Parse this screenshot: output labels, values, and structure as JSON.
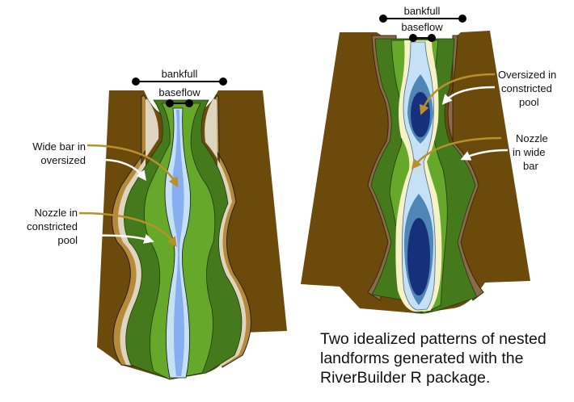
{
  "figure": {
    "left_model": {
      "scale_labels": {
        "bankfull": "bankfull",
        "baseflow": "baseflow"
      },
      "annotations": [
        {
          "lines": [
            "Wide bar in",
            "oversized"
          ]
        },
        {
          "lines": [
            "Nozzle in",
            "constricted",
            "pool"
          ]
        }
      ]
    },
    "right_model": {
      "scale_labels": {
        "bankfull": "bankfull",
        "baseflow": "baseflow"
      },
      "annotations": [
        {
          "lines": [
            "Oversized in",
            "constricted",
            "pool"
          ]
        },
        {
          "lines": [
            "Nozzle",
            "in wide",
            "bar"
          ]
        }
      ]
    },
    "caption": [
      "Two idealized patterns of nested",
      "landforms generated with the",
      "RiverBuilder R package."
    ],
    "colors": {
      "terrain_brown": "#6b4a0c",
      "dark_green": "#447a1c",
      "light_green": "#66a82a",
      "light_blue": "#c6e0f6",
      "mid_blue": "#86aef0",
      "deep_blue": "#16307c",
      "pool_blue": "#4e86b8",
      "arrow_gold": "#b8902c",
      "arrow_white": "#ffffff"
    }
  }
}
